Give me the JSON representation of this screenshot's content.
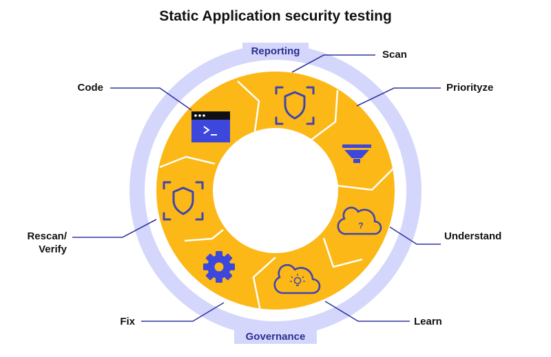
{
  "title": "Static Application security testing",
  "ring": {
    "top_label": "Reporting",
    "bottom_label": "Governance"
  },
  "stages": [
    {
      "label": "Code",
      "icon": "terminal-window-icon"
    },
    {
      "label": "Scan",
      "icon": "shield-scan-icon"
    },
    {
      "label": "Priorityze",
      "icon": "funnel-icon"
    },
    {
      "label": "Understand",
      "icon": "cloud-question-icon"
    },
    {
      "label": "Learn",
      "icon": "cloud-lightbulb-icon"
    },
    {
      "label": "Fix",
      "icon": "gear-icon"
    },
    {
      "label": "Rescan/",
      "label_line2": "Verify",
      "icon": "shield-scan-icon"
    }
  ],
  "colors": {
    "ring": "#d4d7fb",
    "segment": "#fbb816",
    "segment_divider": "#ffffff",
    "icon": "#3f44b0",
    "icon_fill": "#3d47dc",
    "line": "#3034a0",
    "ring_text": "#2b2f8f",
    "text": "#111111"
  }
}
